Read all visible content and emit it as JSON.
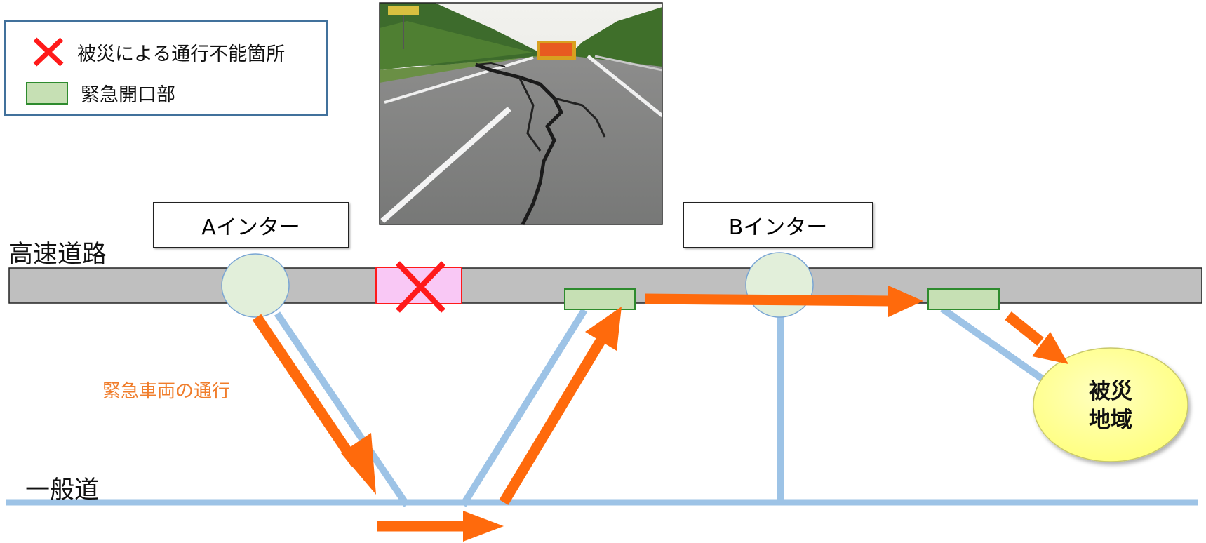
{
  "legend": {
    "blocked_label": "被災による通行不能箇所",
    "opening_label": "緊急開口部"
  },
  "roads": {
    "expressway_label": "高速道路",
    "local_road_label": "一般道"
  },
  "interchanges": {
    "a_label": "Aインター",
    "b_label": "Bインター"
  },
  "route_label": "緊急車両の通行",
  "disaster_area": {
    "line1": "被災",
    "line2": "地域"
  },
  "colors": {
    "expressway_fill": "#bfbfbf",
    "local_road": "#9dc3e6",
    "route_arrow": "#ff6a0c",
    "blocked_marker": "#ff1a1a",
    "blocked_fill": "#f9c8f5",
    "opening_fill": "#c6e0b4",
    "opening_border": "#2e8b2e",
    "interchange_fill": "#e2efda",
    "interchange_border": "#7aa6d4",
    "disaster_fill": "#ffff9a",
    "legend_border": "#41719c"
  },
  "icons": {
    "blocked": "red-x-icon",
    "photo": "cracked-road-photo"
  }
}
